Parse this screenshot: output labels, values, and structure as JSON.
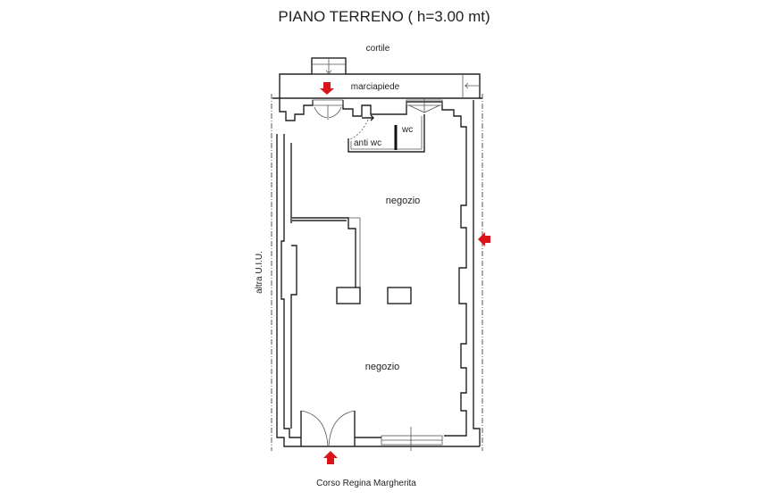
{
  "title": "PIANO TERRENO ( h=3.00 mt)",
  "labels": {
    "courtyard": "cortile",
    "sidewalk": "marciapiede",
    "anti_wc": "anti wc",
    "wc": "wc",
    "shop_upper": "negozio",
    "shop_lower": "negozio",
    "adjacent_unit": "altra U.I.U.",
    "street": "Corso Regina Margherita"
  },
  "colors": {
    "arrow": "#d9151b",
    "line": "#222222"
  }
}
